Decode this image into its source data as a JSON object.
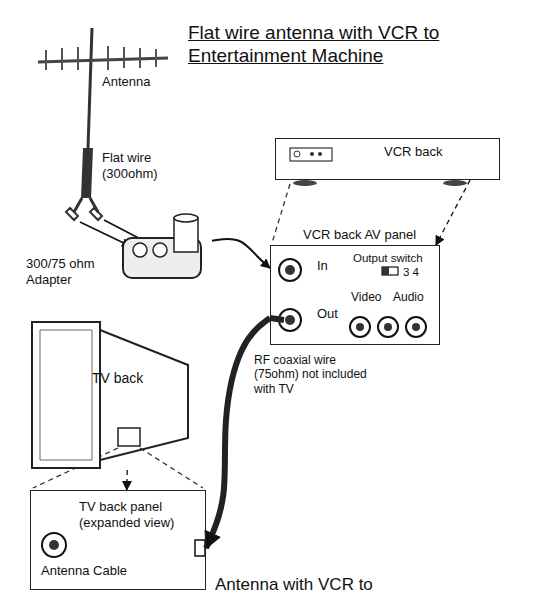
{
  "diagram": {
    "title": "Flat wire antenna with VCR to Entertainment Machine",
    "nodes": [
      {
        "text": [
          "VCR back"
        ]
      },
      {
        "text": [
          "300/75 ohm Adapter"
        ]
      },
      {
        "text": [
          "VCR back AV panel",
          "In",
          "Output switch",
          "3 4",
          "Out",
          "Video",
          "Audio"
        ]
      },
      {
        "text": [
          "TV back"
        ]
      },
      {
        "text": [
          "TV back panel (expanded view)",
          "Antenna Cable"
        ]
      }
    ],
    "edges": [
      {
        "from": 0,
        "to": 2,
        "arrow": "to"
      },
      {
        "from": 1,
        "to": 2,
        "arrow": "to"
      },
      {
        "from": 2,
        "to": 4,
        "arrow": "to",
        "label": "RF coaxial wire (75ohm) not included with TV"
      },
      {
        "from": 3,
        "to": 4,
        "arrow": "to"
      }
    ],
    "labels": [
      "Antenna",
      "Flat wire (300ohm)",
      "Antenna with VCR to"
    ]
  }
}
